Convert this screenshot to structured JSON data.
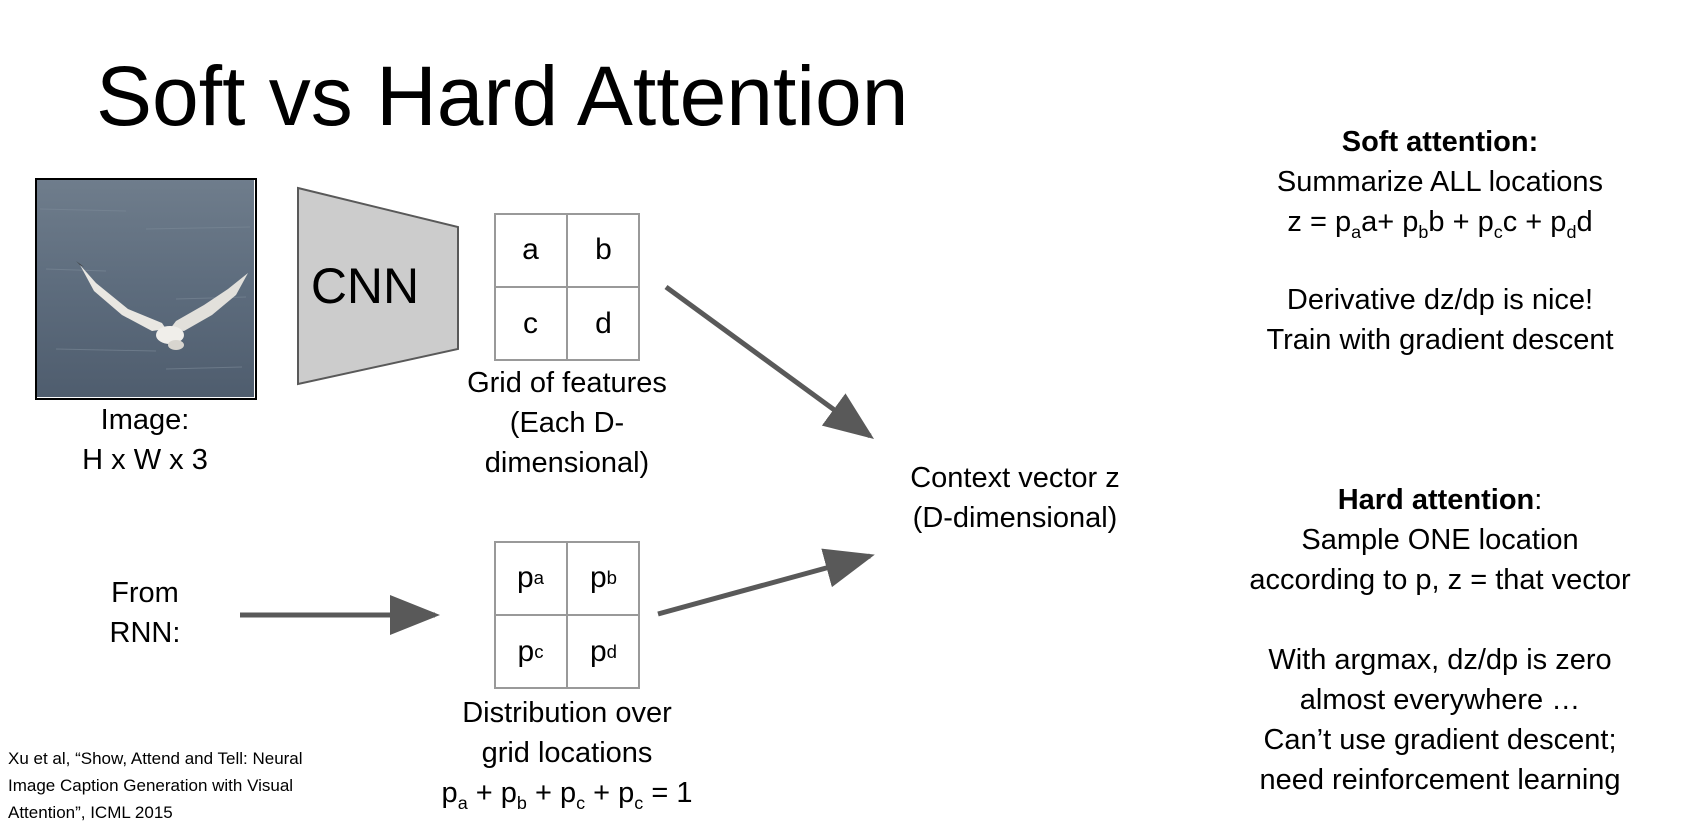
{
  "title": "Soft vs Hard Attention",
  "image_block": {
    "label_line1": "Image:",
    "label_line2": "H x W x 3",
    "alt": "seagull flying over water"
  },
  "cnn": {
    "label": "CNN"
  },
  "feature_grid": {
    "cells": [
      "a",
      "b",
      "c",
      "d"
    ],
    "caption_line1": "Grid of features",
    "caption_line2": "(Each D-",
    "caption_line3": "dimensional)"
  },
  "rnn": {
    "line1": "From",
    "line2": "RNN:"
  },
  "prob_grid": {
    "cells": [
      {
        "base": "p",
        "sub": "a"
      },
      {
        "base": "p",
        "sub": "b"
      },
      {
        "base": "p",
        "sub": "c"
      },
      {
        "base": "p",
        "sub": "d"
      }
    ],
    "caption_line1": "Distribution over",
    "caption_line2": "grid locations",
    "sum_equation": {
      "p": "p",
      "subs": [
        "a",
        "b",
        "c",
        "c"
      ],
      "plus": "+",
      "equals": "= 1"
    }
  },
  "context": {
    "line1": "Context vector z",
    "line2": "(D-dimensional)"
  },
  "soft": {
    "heading": "Soft attention:",
    "line1": "Summarize ALL locations",
    "equation": {
      "lhs": "z = ",
      "terms": [
        {
          "p": "p",
          "sub": "a",
          "v": "a"
        },
        {
          "p": "p",
          "sub": "b",
          "v": "b"
        },
        {
          "p": "p",
          "sub": "c",
          "v": "c"
        },
        {
          "p": "p",
          "sub": "d",
          "v": "d"
        }
      ]
    },
    "line3": "Derivative dz/dp is nice!",
    "line4": "Train with gradient descent"
  },
  "hard": {
    "heading": "Hard attention",
    "heading_suffix": ":",
    "line1": "Sample ONE location",
    "line2": "according to p, z = that vector",
    "line3": "With argmax, dz/dp is zero",
    "line4": "almost everywhere …",
    "line5": "Can’t use gradient descent;",
    "line6": "need reinforcement learning"
  },
  "reference": {
    "line1": "Xu et al, “Show, Attend and Tell: Neural",
    "line2": "Image Caption Generation with Visual",
    "line3": "Attention”, ICML 2015"
  },
  "colors": {
    "arrow": "#595959",
    "cnn_fill": "#cccccc",
    "cnn_stroke": "#595959",
    "grid_stroke": "#999999",
    "water": "#5f6f80",
    "bird": "#e8e6e1"
  }
}
